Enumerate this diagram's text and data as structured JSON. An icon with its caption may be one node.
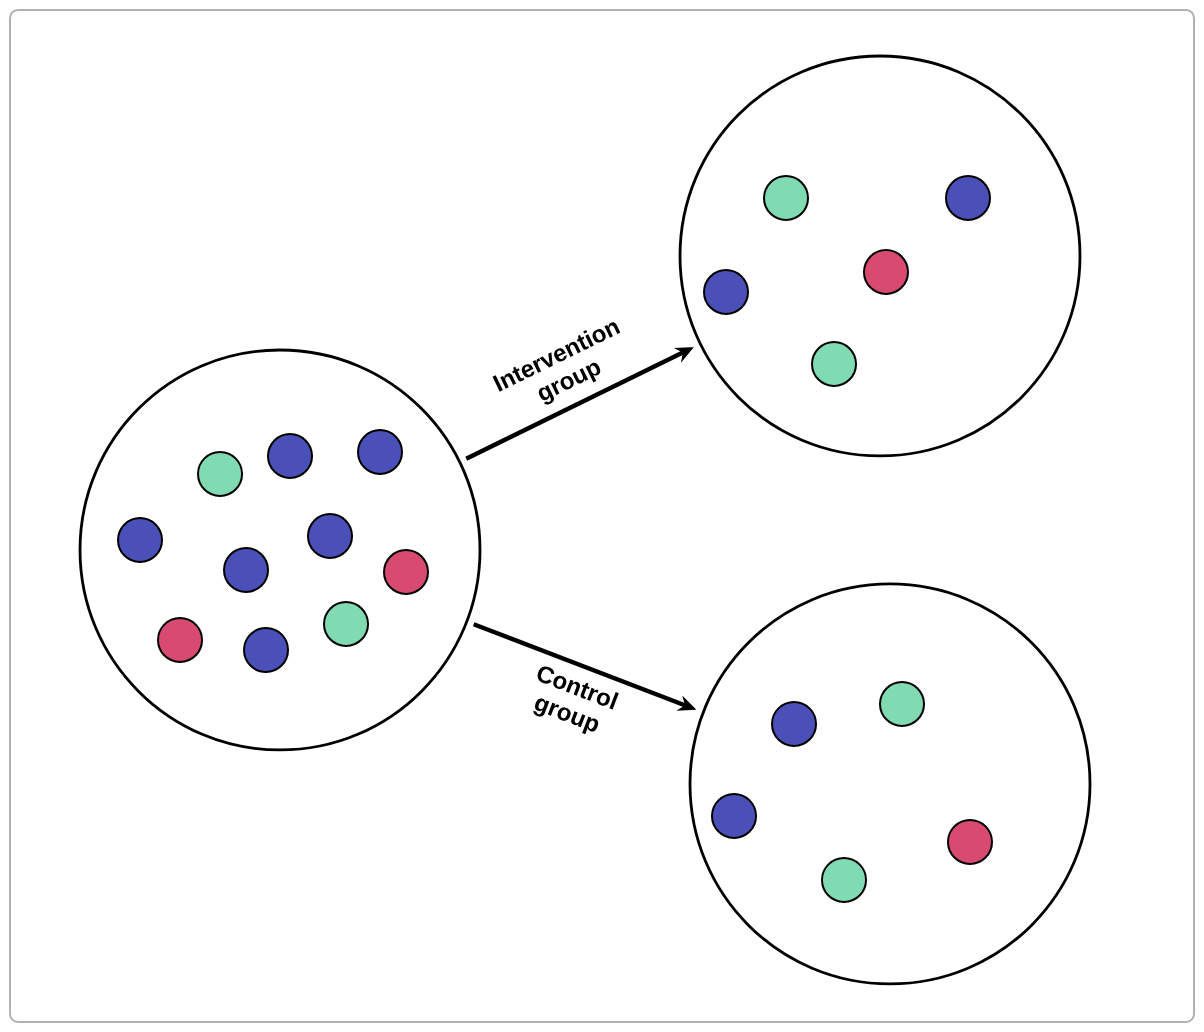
{
  "diagram": {
    "nodes": [
      {
        "text": [],
        "shape": "circle"
      },
      {
        "text": [],
        "shape": "circle"
      },
      {
        "text": [],
        "shape": "circle"
      }
    ],
    "edges": [
      {
        "from": 0,
        "to": 1,
        "arrow": "to",
        "label": "Intervention group"
      },
      {
        "from": 0,
        "to": 2,
        "arrow": "to",
        "label": "Control group"
      }
    ]
  }
}
